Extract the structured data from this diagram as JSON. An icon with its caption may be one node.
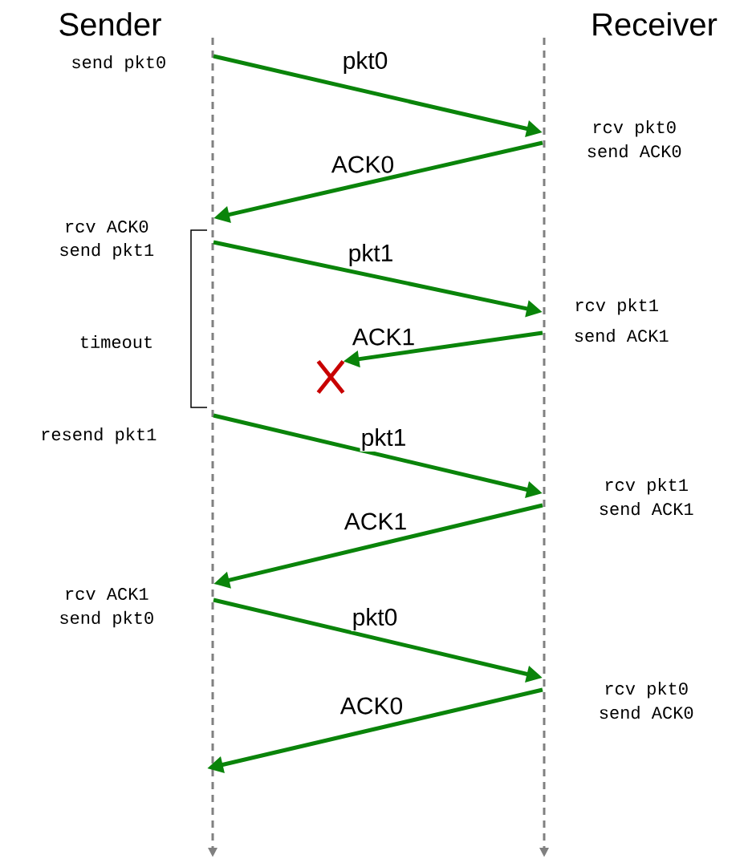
{
  "diagram": {
    "nodes": [
      {
        "text": [
          "Sender"
        ]
      },
      {
        "text": [
          "Receiver"
        ]
      },
      {
        "text": [
          "send pkt0"
        ]
      },
      {
        "text": [
          "rcv pkt0 send ACK0"
        ]
      },
      {
        "text": [
          "rcv ACK0"
        ]
      },
      {
        "text": [
          "send pkt1"
        ]
      },
      {
        "text": [
          "rcv pkt1"
        ]
      },
      {
        "text": [
          "send ACK1"
        ]
      },
      {
        "text": [],
        "shape": "cross"
      },
      {
        "text": [
          "resend pkt1"
        ]
      },
      {
        "text": [
          "rcv pkt1 send ACK1"
        ]
      },
      {
        "text": [
          "rcv ACK1 send pkt0"
        ]
      },
      {
        "text": [
          "rcv pkt0 send ACK0"
        ]
      }
    ],
    "edges": [
      {
        "from": 0,
        "to": null,
        "arrow": "to",
        "style": "dashed",
        "color": "#808080"
      },
      {
        "from": 1,
        "to": null,
        "arrow": "to",
        "style": "dashed",
        "color": "#808080"
      },
      {
        "from": 2,
        "to": 3,
        "arrow": "to",
        "label": "pkt0"
      },
      {
        "from": 3,
        "to": 4,
        "arrow": "to",
        "label": "ACK0"
      },
      {
        "from": 5,
        "to": 6,
        "arrow": "to",
        "label": "pkt1"
      },
      {
        "from": 7,
        "to": 8,
        "arrow": "to",
        "label": "ACK1"
      },
      {
        "from": 9,
        "to": 10,
        "arrow": "to",
        "label": "pkt1"
      },
      {
        "from": 10,
        "to": 11,
        "arrow": "to",
        "label": "ACK1"
      },
      {
        "from": 11,
        "to": 12,
        "arrow": "to",
        "label": "pkt0"
      },
      {
        "from": 12,
        "to": null,
        "arrow": "to",
        "label": "ACK0"
      }
    ],
    "labels": [
      "timeout"
    ]
  }
}
